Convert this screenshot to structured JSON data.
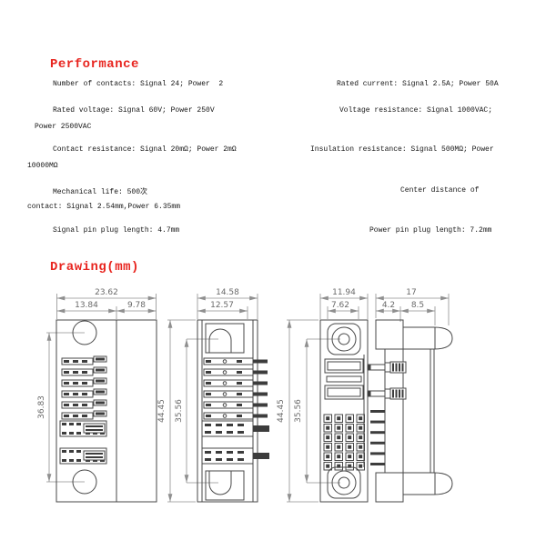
{
  "colors": {
    "accent_red": "#e8251f",
    "body_text": "#151515",
    "drawing_line": "#474747",
    "dimension_text": "#6a6a6a"
  },
  "performance": {
    "title": "Performance",
    "items": {
      "contacts_left": "Number of contacts: Signal 24; Power  2",
      "rated_current_right": "Rated current: Signal 2.5A; Power 50A",
      "rated_voltage_left": "Rated voltage: Signal 60V; Power 250V",
      "voltage_resistance_right": "Voltage resistance: Signal 1000VAC;",
      "voltage_resistance_cont": "Power 2500VAC",
      "contact_resistance_left": "Contact resistance: Signal 20mΩ; Power 2mΩ",
      "insulation_resistance_right": "Insulation resistance: Signal 500MΩ; Power",
      "insulation_resistance_cont": "10000MΩ",
      "mechanical_life_left": "Mechanical life: 500次",
      "center_distance_right": "Center distance of",
      "center_distance_cont": "contact: Signal 2.54mm,Power 6.35mm",
      "signal_plug_left": "Signal pin plug length: 4.7mm",
      "power_plug_right": "Power pin plug length: 7.2mm"
    }
  },
  "drawing": {
    "title": "Drawing(mm)",
    "unit": "mm",
    "front_view": {
      "total_width": "23.62",
      "left_width": "13.84",
      "right_width": "9.78",
      "hole_spacing": "36.83"
    },
    "side_view": {
      "total_width": "14.58",
      "inner_width": "12.57",
      "total_height": "44.45",
      "inner_height": "35.56"
    },
    "face_view": {
      "total_width": "11.94",
      "inner_width": "7.62",
      "total_height": "44.45",
      "inner_height": "35.56"
    },
    "profile_view": {
      "total_width": "17",
      "flange_depth": "4.2",
      "pin_depth": "8.5"
    }
  }
}
